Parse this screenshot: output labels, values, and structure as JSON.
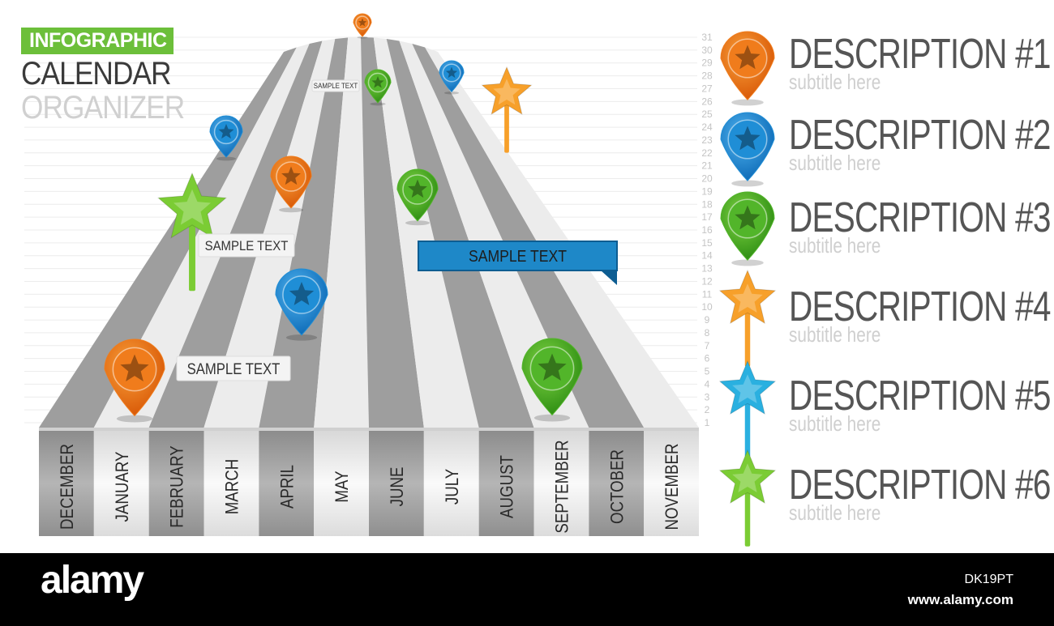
{
  "header": {
    "tag": "INFOGRAPHIC",
    "title": "CALENDAR",
    "subtitle": "ORGANIZER"
  },
  "months": [
    "DECEMBER",
    "JANUARY",
    "FEBRUARY",
    "MARCH",
    "APRIL",
    "MAY",
    "JUNE",
    "JULY",
    "AUGUST",
    "SEPTEMBER",
    "OCTOBER",
    "NOVEMBER"
  ],
  "day_numbers": [
    "1",
    "2",
    "3",
    "4",
    "5",
    "6",
    "7",
    "8",
    "9",
    "10",
    "11",
    "12",
    "13",
    "14",
    "15",
    "16",
    "17",
    "18",
    "19",
    "20",
    "21",
    "22",
    "23",
    "24",
    "25",
    "26",
    "27",
    "28",
    "29",
    "30",
    "31"
  ],
  "sample_text": "SAMPLE TEXT",
  "labels": [
    {
      "name": "label-top",
      "text": "SAMPLE TEXT"
    },
    {
      "name": "label-february",
      "text": "SAMPLE TEXT"
    },
    {
      "name": "label-january",
      "text": "SAMPLE TEXT"
    },
    {
      "name": "label-blue-banner",
      "text": "SAMPLE TEXT"
    }
  ],
  "legend": [
    {
      "title": "DESCRIPTION #1",
      "subtitle": "subtitle here",
      "icon": "pin",
      "color": "#f07c1c"
    },
    {
      "title": "DESCRIPTION #2",
      "subtitle": "subtitle here",
      "icon": "pin",
      "color": "#1f8ed6"
    },
    {
      "title": "DESCRIPTION #3",
      "subtitle": "subtitle here",
      "icon": "pin",
      "color": "#52b52a"
    },
    {
      "title": "DESCRIPTION #4",
      "subtitle": "subtitle here",
      "icon": "star-flag",
      "color": "#f7a02a"
    },
    {
      "title": "DESCRIPTION #5",
      "subtitle": "subtitle here",
      "icon": "star-flag",
      "color": "#2ab0e0"
    },
    {
      "title": "DESCRIPTION #6",
      "subtitle": "subtitle here",
      "icon": "star-flag",
      "color": "#7bcc34"
    }
  ],
  "footer": {
    "brand": "alamy",
    "image_id": "DK19PT",
    "site": "www.alamy.com"
  },
  "colors": {
    "orange": "#f07c1c",
    "blue": "#1f8ed6",
    "green": "#52b52a",
    "star_orange": "#f7a02a",
    "star_blue": "#2ab0e0",
    "star_green": "#7bcc34"
  }
}
